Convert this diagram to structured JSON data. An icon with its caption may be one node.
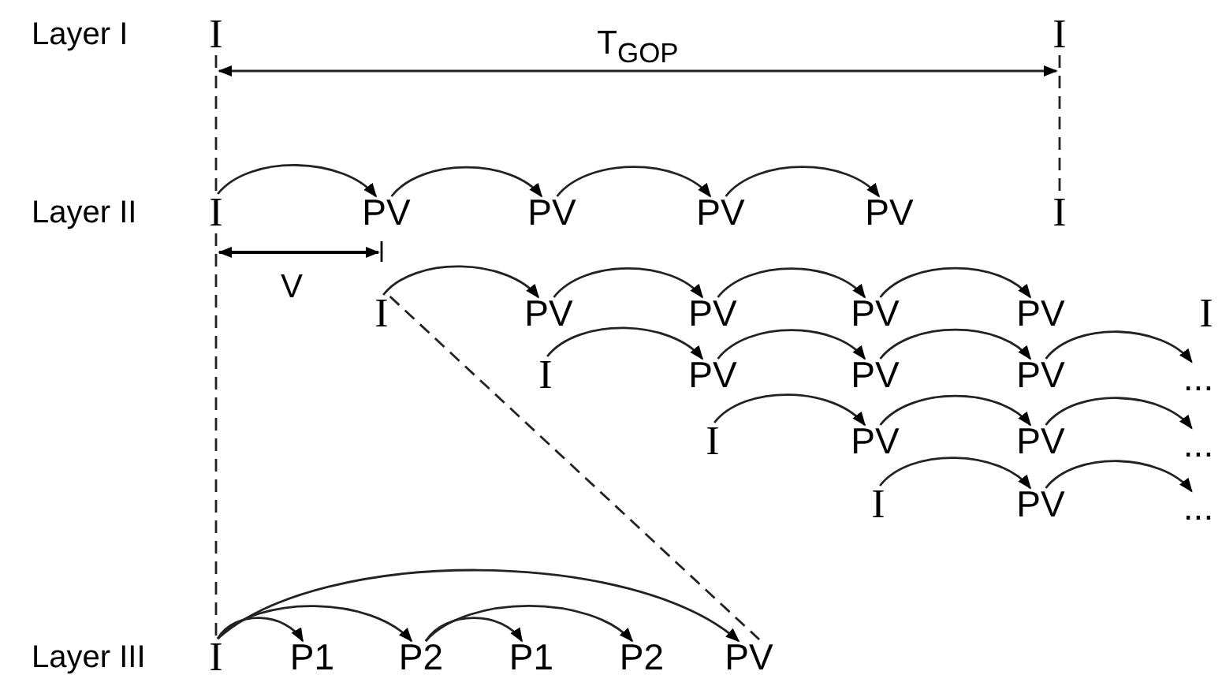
{
  "diagram": {
    "nodes": [
      {
        "text": [
          "I"
        ]
      },
      {
        "text": [
          "I"
        ]
      },
      {
        "text": [
          "I"
        ]
      },
      {
        "text": [
          "PV"
        ]
      },
      {
        "text": [
          "PV"
        ]
      },
      {
        "text": [
          "PV"
        ]
      },
      {
        "text": [
          "PV"
        ]
      },
      {
        "text": [
          "I"
        ]
      },
      {
        "text": [
          "I"
        ]
      },
      {
        "text": [
          "PV"
        ]
      },
      {
        "text": [
          "PV"
        ]
      },
      {
        "text": [
          "PV"
        ]
      },
      {
        "text": [
          "PV"
        ]
      },
      {
        "text": [
          "I"
        ]
      },
      {
        "text": [
          "I"
        ]
      },
      {
        "text": [
          "PV"
        ]
      },
      {
        "text": [
          "PV"
        ]
      },
      {
        "text": [
          "PV"
        ]
      },
      {
        "text": [
          "..."
        ]
      },
      {
        "text": [
          "I"
        ]
      },
      {
        "text": [
          "PV"
        ]
      },
      {
        "text": [
          "PV"
        ]
      },
      {
        "text": [
          "..."
        ]
      },
      {
        "text": [
          "I"
        ]
      },
      {
        "text": [
          "PV"
        ]
      },
      {
        "text": [
          "..."
        ]
      },
      {
        "text": [
          "I"
        ]
      },
      {
        "text": [
          "P1"
        ]
      },
      {
        "text": [
          "P2"
        ]
      },
      {
        "text": [
          "P1"
        ]
      },
      {
        "text": [
          "P2"
        ]
      },
      {
        "text": [
          "PV"
        ]
      }
    ],
    "edges": [
      {
        "from": 0,
        "to": 1,
        "arrow": "both",
        "label": "T$_{GOP}$"
      },
      {
        "from": 0,
        "to": 2,
        "arrow": "none",
        "style": "dashed"
      },
      {
        "from": 1,
        "to": 7,
        "arrow": "none",
        "style": "dashed"
      },
      {
        "from": 2,
        "to": 3,
        "arrow": "to"
      },
      {
        "from": 3,
        "to": 4,
        "arrow": "to"
      },
      {
        "from": 4,
        "to": 5,
        "arrow": "to"
      },
      {
        "from": 5,
        "to": 6,
        "arrow": "to"
      },
      {
        "from": 8,
        "to": 9,
        "arrow": "to"
      },
      {
        "from": 9,
        "to": 10,
        "arrow": "to"
      },
      {
        "from": 10,
        "to": 11,
        "arrow": "to"
      },
      {
        "from": 11,
        "to": 12,
        "arrow": "to"
      },
      {
        "from": 14,
        "to": 15,
        "arrow": "to"
      },
      {
        "from": 15,
        "to": 16,
        "arrow": "to"
      },
      {
        "from": 16,
        "to": 17,
        "arrow": "to"
      },
      {
        "from": 17,
        "to": 18,
        "arrow": "to"
      },
      {
        "from": 19,
        "to": 20,
        "arrow": "to"
      },
      {
        "from": 20,
        "to": 21,
        "arrow": "to"
      },
      {
        "from": 21,
        "to": 22,
        "arrow": "to"
      },
      {
        "from": 23,
        "to": 24,
        "arrow": "to"
      },
      {
        "from": 24,
        "to": 25,
        "arrow": "to"
      },
      {
        "from": 2,
        "to": 26,
        "arrow": "none",
        "style": "dashed"
      },
      {
        "from": 8,
        "to": 31,
        "arrow": "none",
        "style": "dashed"
      },
      {
        "from": 26,
        "to": 27,
        "arrow": "to"
      },
      {
        "from": 26,
        "to": 28,
        "arrow": "to"
      },
      {
        "from": 26,
        "to": 31,
        "arrow": "to"
      },
      {
        "from": 28,
        "to": 29,
        "arrow": "to"
      },
      {
        "from": 28,
        "to": 30,
        "arrow": "to"
      }
    ],
    "labels": [
      "Layer I",
      "Layer II",
      "V",
      "Layer III"
    ]
  }
}
